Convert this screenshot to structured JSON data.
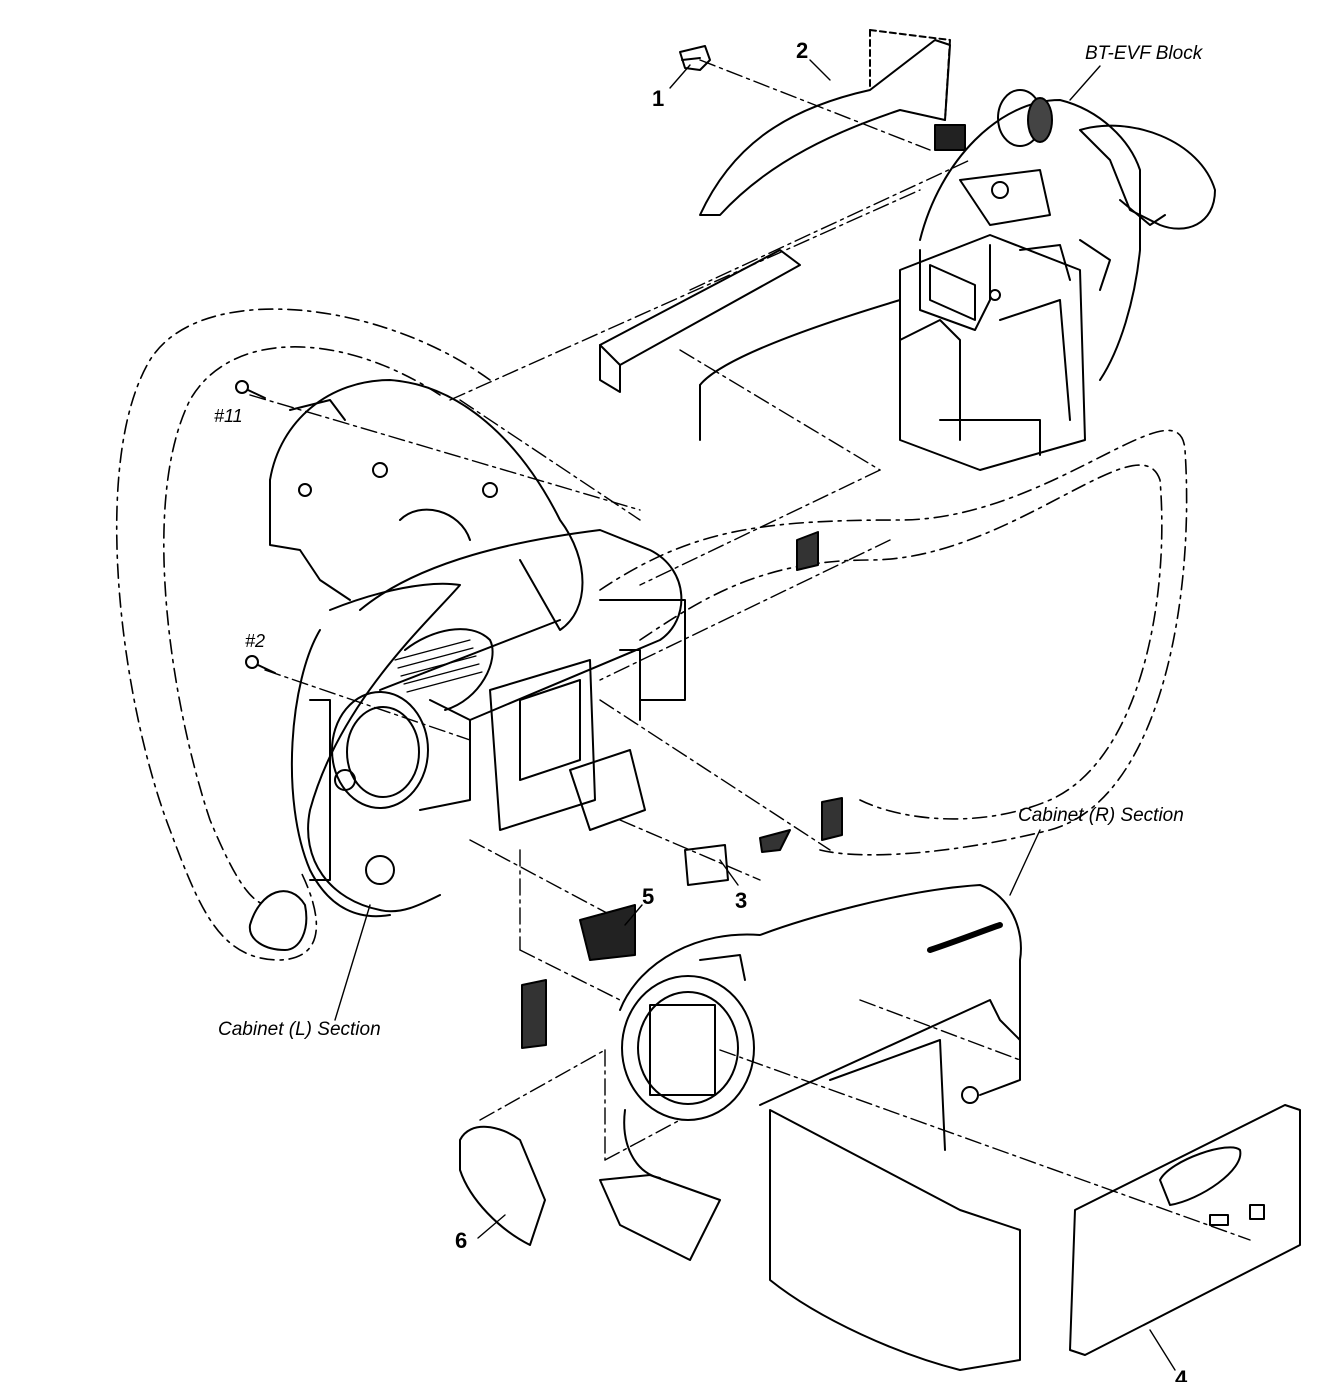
{
  "diagram": {
    "parts": [
      {
        "id": "part-1",
        "label": "1"
      },
      {
        "id": "part-2",
        "label": "2"
      },
      {
        "id": "part-3",
        "label": "3"
      },
      {
        "id": "part-4",
        "label": "4"
      },
      {
        "id": "part-5",
        "label": "5"
      },
      {
        "id": "part-6",
        "label": "6"
      }
    ],
    "screws": [
      {
        "id": "screw-11",
        "label": "#11"
      },
      {
        "id": "screw-2",
        "label": "#2"
      }
    ],
    "sections": {
      "evf": "BT-EVF Block",
      "cabinet_r": "Cabinet (R) Section",
      "cabinet_l": "Cabinet (L) Section"
    },
    "line_color": "#000000",
    "background": "#ffffff"
  }
}
